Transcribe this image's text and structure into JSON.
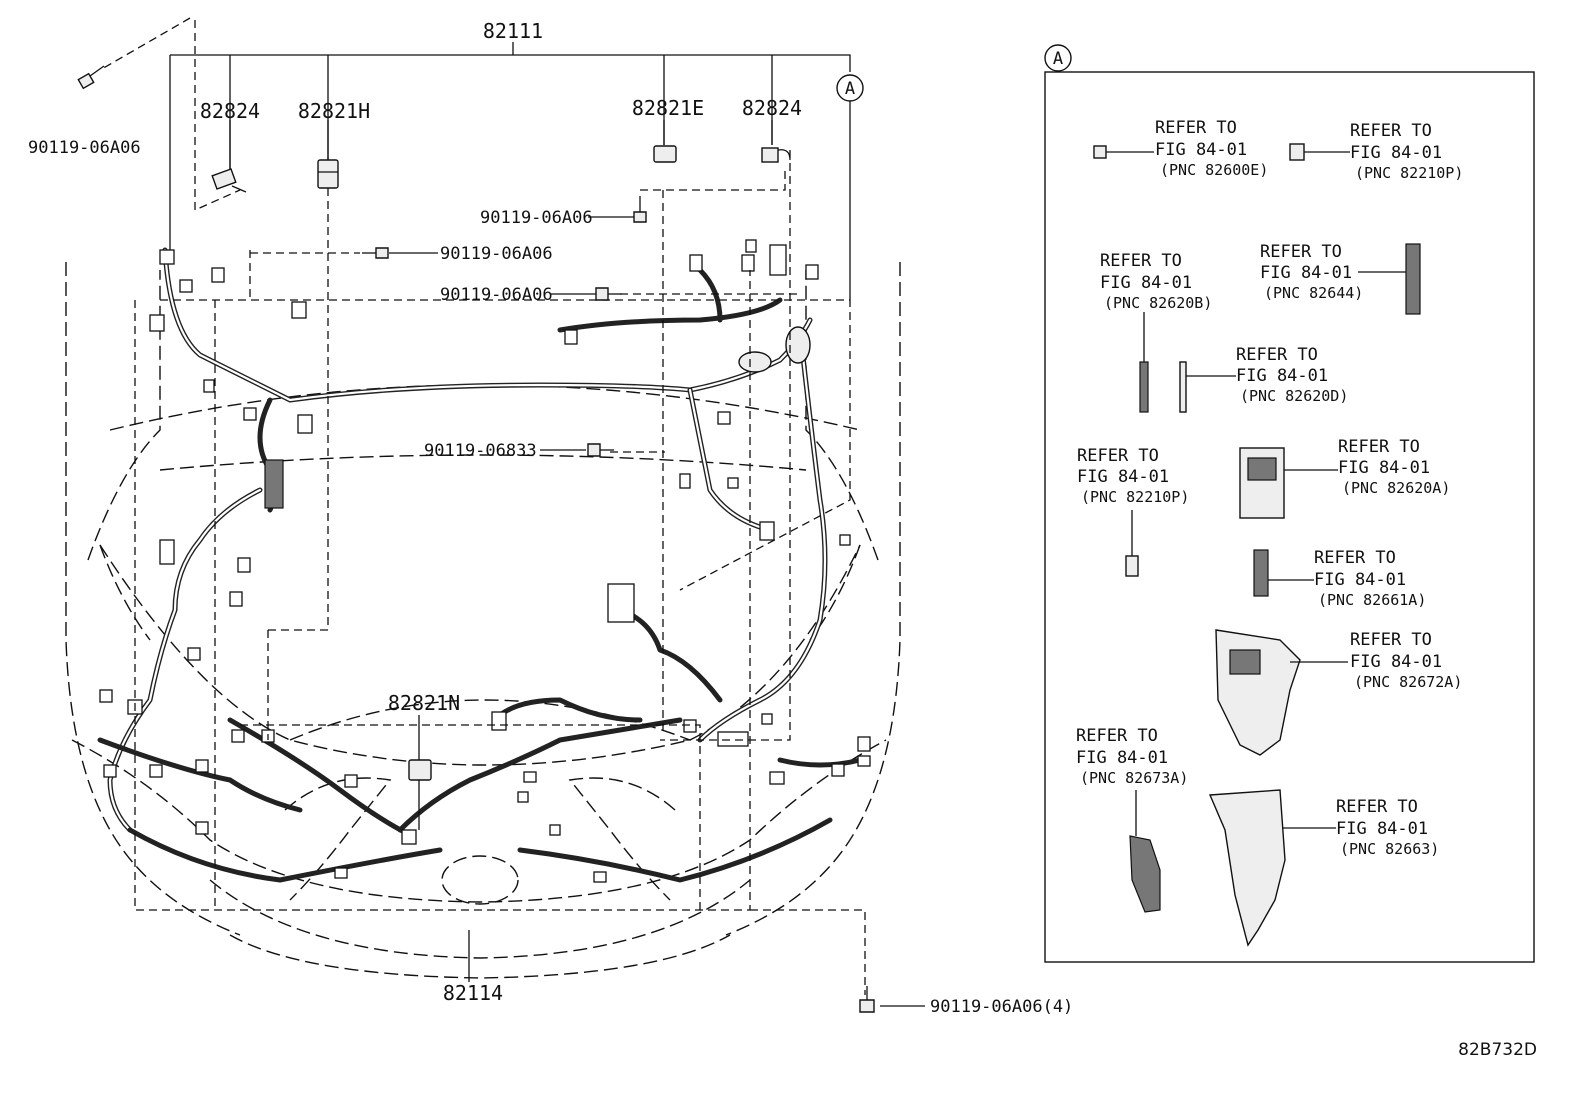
{
  "main_harness": {
    "label": "82111",
    "callouts": [
      "82824",
      "82821H",
      "82821E",
      "82824",
      "82821N"
    ]
  },
  "bottom_part": {
    "label": "82114"
  },
  "bolts": [
    "90119-06A06",
    "90119-06A06",
    "90119-06A06",
    "90119-06A06",
    "90119-06833",
    "90119-06A06(4)"
  ],
  "view_marker": "A",
  "detail_view": {
    "marker": "A",
    "refs": [
      {
        "refer": "REFER TO",
        "fig": "FIG 84-01",
        "pnc": "(PNC 82600E)"
      },
      {
        "refer": "REFER TO",
        "fig": "FIG 84-01",
        "pnc": "(PNC 82210P)"
      },
      {
        "refer": "REFER TO",
        "fig": "FIG 84-01",
        "pnc": "(PNC 82620B)"
      },
      {
        "refer": "REFER TO",
        "fig": "FIG 84-01",
        "pnc": "(PNC 82644)"
      },
      {
        "refer": "REFER TO",
        "fig": "FIG 84-01",
        "pnc": "(PNC 82620D)"
      },
      {
        "refer": "REFER TO",
        "fig": "FIG 84-01",
        "pnc": "(PNC 82210P)"
      },
      {
        "refer": "REFER TO",
        "fig": "FIG 84-01",
        "pnc": "(PNC 82620A)"
      },
      {
        "refer": "REFER TO",
        "fig": "FIG 84-01",
        "pnc": "(PNC 82661A)"
      },
      {
        "refer": "REFER TO",
        "fig": "FIG 84-01",
        "pnc": "(PNC 82672A)"
      },
      {
        "refer": "REFER TO",
        "fig": "FIG 84-01",
        "pnc": "(PNC 82673A)"
      },
      {
        "refer": "REFER TO",
        "fig": "FIG 84-01",
        "pnc": "(PNC 82663)"
      }
    ]
  },
  "figure_code": "82B732D"
}
